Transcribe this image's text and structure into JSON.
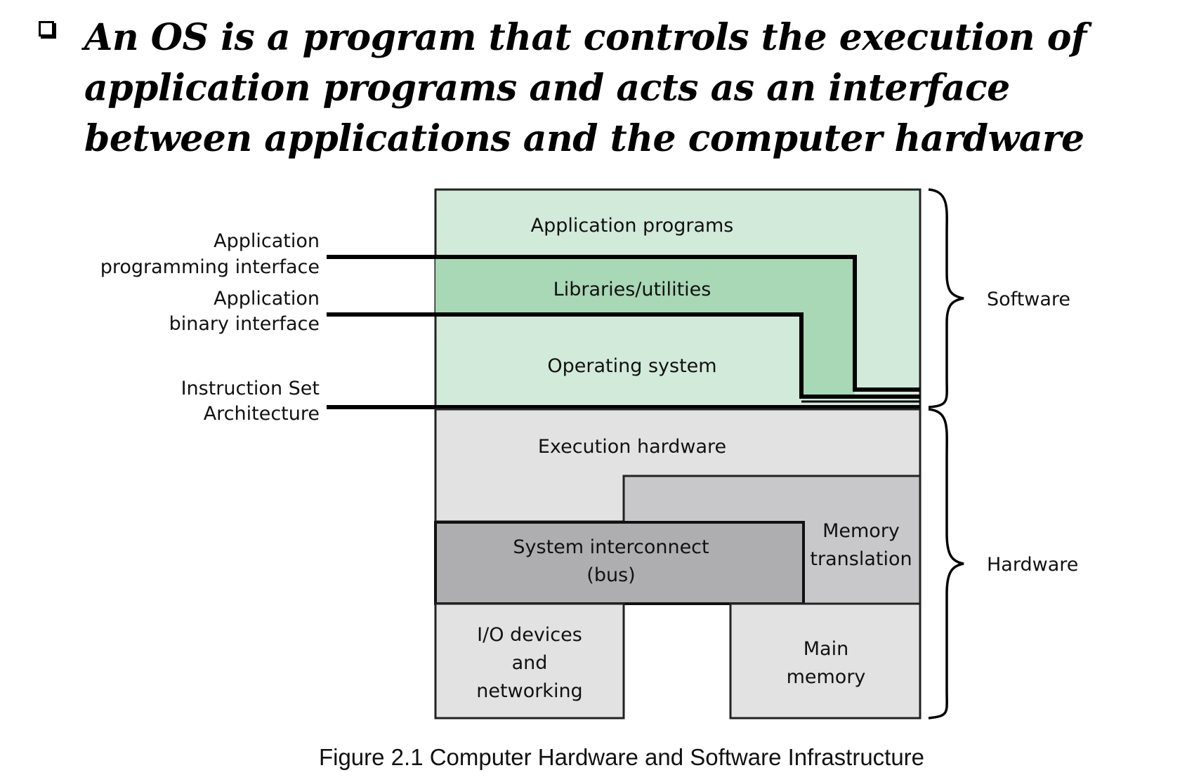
{
  "heading": {
    "line1": "An OS is a program that controls the execution of",
    "line2": "application programs and acts as an interface",
    "line3": "between applications and the computer hardware"
  },
  "diagram": {
    "boundaries": {
      "api_line1": "Application",
      "api_line2": "programming interface",
      "abi_line1": "Application",
      "abi_line2": "binary interface",
      "isa_line1": "Instruction Set",
      "isa_line2": "Architecture"
    },
    "layers": {
      "application_programs": "Application programs",
      "libraries_utilities": "Libraries/utilities",
      "operating_system": "Operating system",
      "execution_hardware": "Execution hardware",
      "memory_translation_line1": "Memory",
      "memory_translation_line2": "translation",
      "system_interconnect_line1": "System interconnect",
      "system_interconnect_line2": "(bus)",
      "io_devices_line1": "I/O devices",
      "io_devices_line2": "and",
      "io_devices_line3": "networking",
      "main_memory_line1": "Main",
      "main_memory_line2": "memory"
    },
    "groups": {
      "software": "Software",
      "hardware": "Hardware"
    },
    "colors": {
      "software_light": "#d2eada",
      "software_mid": "#a8d8b6",
      "hardware_light": "#e2e2e2",
      "hardware_mid": "#c8c8ca",
      "hardware_dark": "#aeaeb0"
    }
  },
  "caption": "Figure 2.1 Computer Hardware and Software Infrastructure"
}
